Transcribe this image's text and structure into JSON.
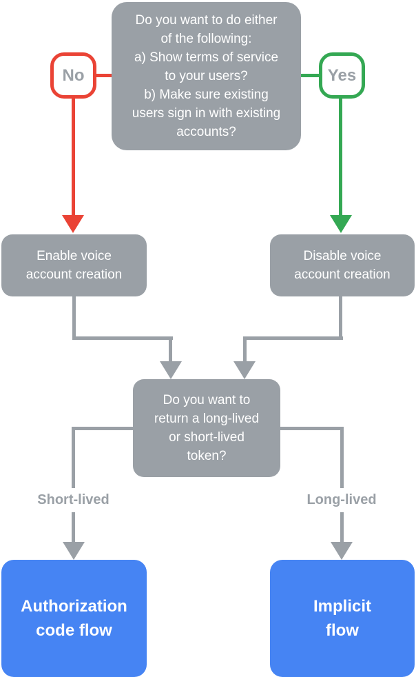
{
  "palette": {
    "node_gray": "#9AA0A6",
    "branch_red": "#EA4335",
    "branch_green": "#34A853",
    "result_blue": "#4684F3",
    "node_text": "#FFFFFF",
    "badge_text": "#9AA0A6",
    "label_background": "#FFFFFF"
  },
  "flowchart": {
    "top_question": {
      "lines": [
        "Do you want to do either",
        "of the following:",
        "a) Show terms of service",
        "to your users?",
        "b) Make sure existing",
        "users sign in with existing",
        "accounts?"
      ]
    },
    "no_badge": {
      "label": "No"
    },
    "yes_badge": {
      "label": "Yes"
    },
    "enable_box": {
      "lines": [
        "Enable voice",
        "account creation"
      ]
    },
    "disable_box": {
      "lines": [
        "Disable voice",
        "account creation"
      ]
    },
    "token_question": {
      "lines": [
        "Do you want to",
        "return a long-lived",
        "or short-lived",
        "token?"
      ]
    },
    "short_lived_label": "Short-lived",
    "long_lived_label": "Long-lived",
    "authorization_box": {
      "lines": [
        "Authorization",
        "code flow"
      ]
    },
    "implicit_box": {
      "lines": [
        "Implicit",
        "flow"
      ]
    },
    "edges": [
      {
        "from": "top-question",
        "branch": "No",
        "color": "#EA4335",
        "to": "enable-voice-account-creation"
      },
      {
        "from": "top-question",
        "branch": "Yes",
        "color": "#34A853",
        "to": "disable-voice-account-creation"
      },
      {
        "from": "enable-voice-account-creation",
        "to": "token-question"
      },
      {
        "from": "disable-voice-account-creation",
        "to": "token-question"
      },
      {
        "from": "token-question",
        "branch": "Short-lived",
        "to": "authorization-code-flow"
      },
      {
        "from": "token-question",
        "branch": "Long-lived",
        "to": "implicit-flow"
      }
    ]
  }
}
